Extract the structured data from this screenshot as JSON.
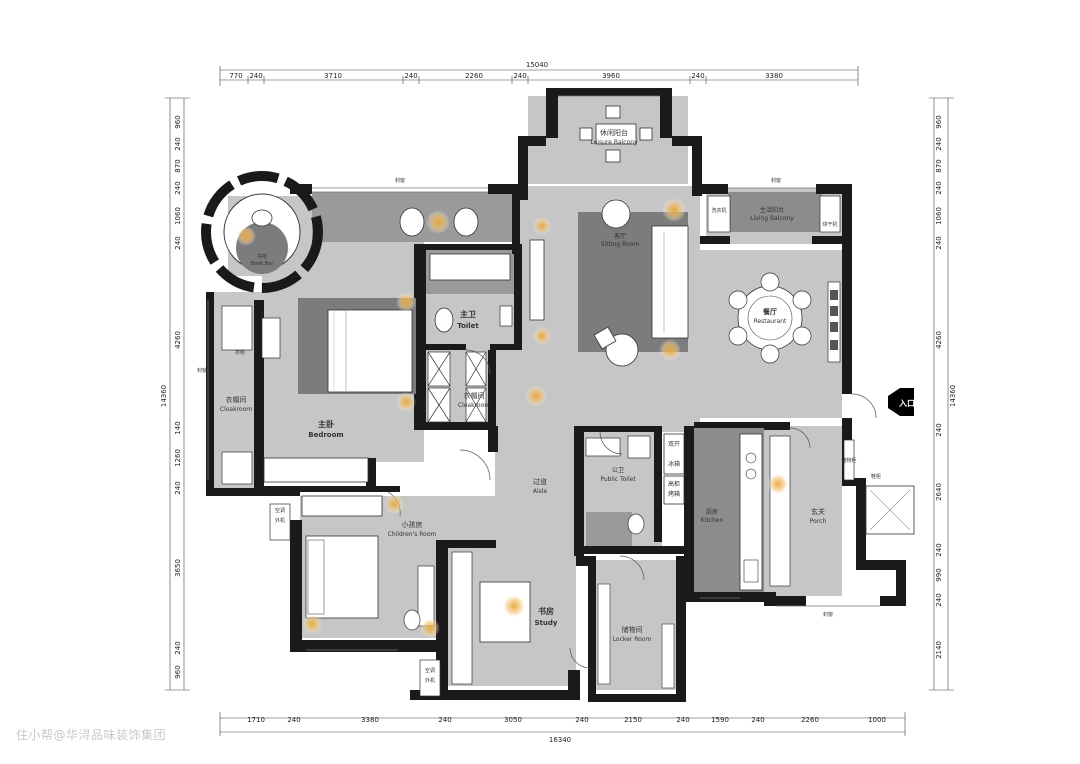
{
  "dims": {
    "top_total": "15040",
    "top": [
      "770",
      "240",
      "3710",
      "240",
      "2260",
      "240",
      "3960",
      "240",
      "3380"
    ],
    "bottom": [
      "1710",
      "240",
      "3380",
      "240",
      "3050",
      "240",
      "2150",
      "240",
      "1590",
      "240",
      "2260",
      "1000"
    ],
    "bottom_total": "16340",
    "left": [
      "960",
      "240",
      "870",
      "240",
      "1060",
      "240",
      "4260",
      "140",
      "1260",
      "240",
      "3650",
      "240",
      "960"
    ],
    "left_total": "14360",
    "right": [
      "960",
      "240",
      "870",
      "240",
      "1060",
      "240",
      "4260",
      "240",
      "2640",
      "240",
      "990",
      "240",
      "2140"
    ],
    "right_total": "14360"
  },
  "rooms": {
    "leisure_balcony_cn": "休闲阳台",
    "leisure_balcony_en": "Leisure Balcony",
    "toilet_cn": "主卫",
    "toilet_en": "Toilet",
    "bedroom_cn": "主卧",
    "bedroom_en": "Bedroom",
    "cloakroom_left_cn": "衣帽间",
    "cloakroom_left_en": "Cloakroom",
    "cloakroom_mid_cn": "衣帽间",
    "cloakroom_mid_en": "Cloakroom",
    "aisle_cn": "过道",
    "aisle_en": "Aisle",
    "living_cn": "客厅",
    "living_en": "Sitting Room",
    "living_balcony_cn": "生活阳台",
    "living_balcony_en": "Living Balcony",
    "restaurant_cn": "餐厅",
    "restaurant_en": "Restaurant",
    "children_cn": "小孩房",
    "children_en": "Children's Room",
    "study_cn": "书房",
    "study_en": "Study",
    "public_toilet_cn": "公卫",
    "public_toilet_en": "Public Toilet",
    "kitchen_cn": "厨房",
    "kitchen_en": "Kitchen",
    "porch_cn": "玄关",
    "porch_en": "Porch",
    "locker_cn": "储物间",
    "locker_en": "Locker Room",
    "book_bar_cn": "书吧",
    "book_bar_en": "Book Bar"
  },
  "labels": {
    "entrance": "入口",
    "fridge": "冰箱",
    "double_door": "双开",
    "tall_cabinet": "高柜",
    "oven": "烤箱",
    "ac_unit": "空调",
    "outdoor_unit": "外机",
    "window": "封窗",
    "wardrobe": "衣柜",
    "washer": "洗衣机",
    "dryer": "烘干机",
    "shoe_cabinet": "鞋柜",
    "storage": "储物柜"
  },
  "watermark": "住小帮@华浔品味装饰集团",
  "colors": {
    "wall": "#1a1a1a",
    "floor_light": "#c6c6c6",
    "floor_dark": "#7c7c7d",
    "floor_mid": "#9a9a9b",
    "accent_lamp": "#f2b24a"
  }
}
